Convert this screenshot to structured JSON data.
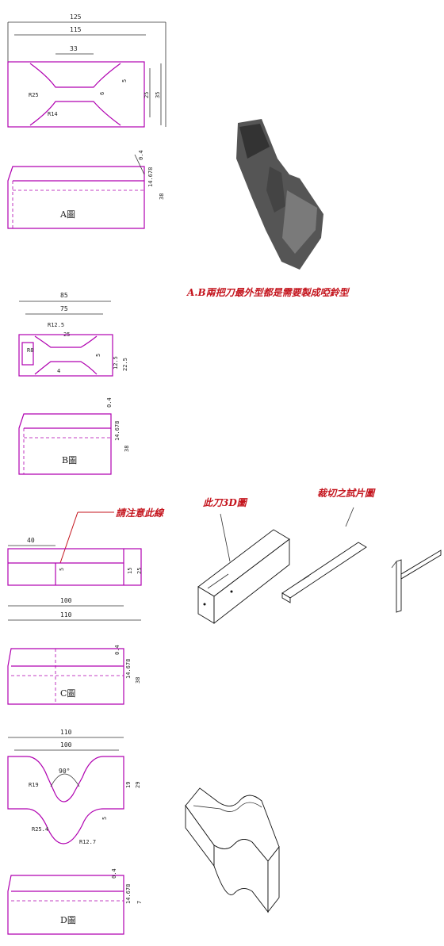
{
  "drawing_a": {
    "dims": {
      "d125": "125",
      "d115": "115",
      "d33": "33",
      "d5": "5",
      "d6": "6",
      "d25": "25",
      "d35": "35",
      "r25": "R25",
      "r14": "R14"
    },
    "side": {
      "label": "A圖",
      "a": "0.4",
      "b": "14.678",
      "c": "38"
    }
  },
  "photo_caption": "A.B兩把刀最外型都是需要製成啞鈴型",
  "drawing_b": {
    "dims": {
      "d85": "85",
      "d75": "75",
      "r125": "R12.5",
      "d25": "25",
      "d5": "5",
      "d125": "12.5",
      "d225": "22.5",
      "r8": "R8",
      "d4": "4"
    },
    "side": {
      "label": "B圖",
      "a": "0.4",
      "b": "14.678",
      "c": "38"
    }
  },
  "drawing_c": {
    "note": "請注意此線",
    "dims": {
      "d40": "40",
      "d5": "5",
      "d15": "15",
      "d25": "25",
      "d100": "100",
      "d110": "110"
    },
    "side": {
      "label": "C圖",
      "a": "0.4",
      "b": "14.678",
      "c": "38"
    }
  },
  "iso_labels": {
    "knife3d": "此刀3D圖",
    "specimen": "裁切之試片圖"
  },
  "drawing_d": {
    "dims": {
      "d110": "110",
      "d100": "100",
      "ang": "90°",
      "r19": "R19",
      "d19": "19",
      "d29": "29",
      "d5": "5",
      "r254": "R25.4",
      "r127": "R12.7"
    },
    "side": {
      "label": "D圖",
      "a": "0.4",
      "b": "14.678",
      "c": "7"
    }
  }
}
